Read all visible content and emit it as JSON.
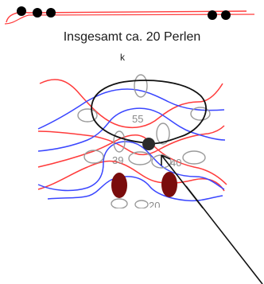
{
  "caption": "Insgesamt ca. 20 Perlen",
  "marker_letter": "k",
  "bead_labels": [
    "55",
    "39",
    "40",
    "20"
  ],
  "colors": {
    "red_thread": "#ff3b3b",
    "blue_thread": "#3a46ff",
    "bead_outline": "#9a9a9a",
    "outline_loop": "#111111",
    "center_bead": "#2b2b2b",
    "dark_beads": "#7a0c0c",
    "top_beads": "#000000"
  }
}
